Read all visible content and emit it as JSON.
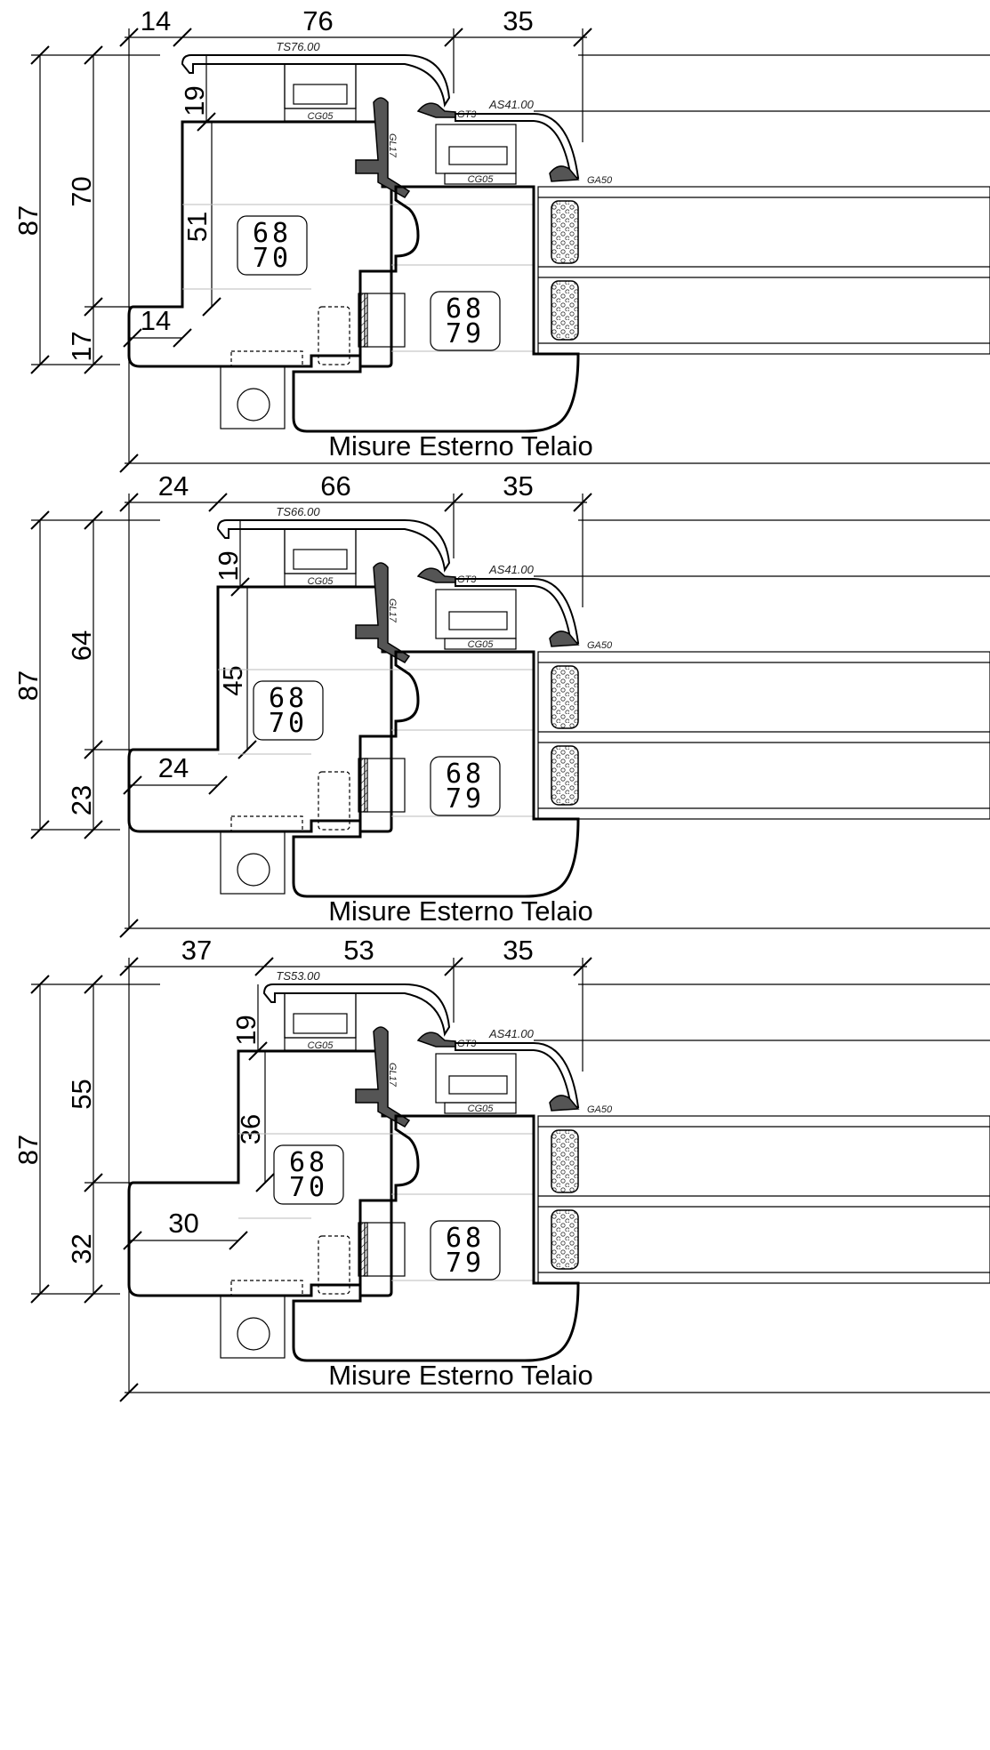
{
  "sections": [
    {
      "top_dims": [
        "14",
        "76",
        "35"
      ],
      "left_dims": [
        "87",
        "70",
        "17"
      ],
      "inner_dims": [
        "19",
        "51",
        "14"
      ],
      "profile_code": "TS76.00",
      "badge_frame": [
        "68",
        "70"
      ],
      "badge_sash": [
        "68",
        "79"
      ],
      "caption": "Misure Esterno Telaio"
    },
    {
      "top_dims": [
        "24",
        "66",
        "35"
      ],
      "left_dims": [
        "87",
        "64",
        "23"
      ],
      "inner_dims": [
        "19",
        "45",
        "24"
      ],
      "profile_code": "TS66.00",
      "badge_frame": [
        "68",
        "70"
      ],
      "badge_sash": [
        "68",
        "79"
      ],
      "caption": "Misure Esterno Telaio"
    },
    {
      "top_dims": [
        "37",
        "53",
        "35"
      ],
      "left_dims": [
        "87",
        "55",
        "32"
      ],
      "inner_dims": [
        "19",
        "36",
        "30"
      ],
      "profile_code": "TS53.00",
      "badge_frame": [
        "68",
        "70"
      ],
      "badge_sash": [
        "68",
        "79"
      ],
      "caption": "Misure Esterno Telaio"
    }
  ],
  "common_labels": {
    "cover_profile": "AS41.00",
    "gasket_gt3": "GT3",
    "gasket_ga50": "GA50",
    "gasket_cg05": "CG05",
    "gasket_cg05_b": "CG05",
    "seal_code": "GL17"
  }
}
